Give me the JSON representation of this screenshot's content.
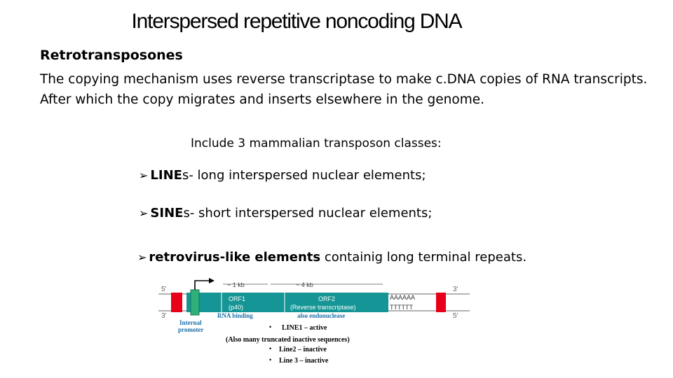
{
  "title": "Interspersed repetitive noncoding DNA",
  "subtitle": "Retrotransposones",
  "description": "The copying mechanism uses reverse transcriptase to make c.DNA copies of RNA transcripts. After which the copy migrates and inserts elsewhere in the genome.",
  "intro": "Include 3 mammalian transposon classes:",
  "bullets": [
    {
      "bold": "LINE",
      "rest": "s- long interspersed nuclear elements;"
    },
    {
      "bold": "SINE",
      "rest": "s- short interspersed nuclear elements;"
    },
    {
      "bold": "retrovirus-like elements",
      "rest": " containig long terminal repeats."
    }
  ],
  "diagram": {
    "five_prime": "5'",
    "three_prime": "3'",
    "three_prime_right": "3'",
    "five_prime_right": "5'",
    "kb1": "~ 1 kb",
    "kb4": "~ 4 kb",
    "orf1": "ORF1",
    "p40": "(p40)",
    "orf2": "ORF2",
    "rt": "(Reverse transcriptase)",
    "polya": "AAAAAA",
    "polyt": "TTTTTT",
    "internal": "Internal",
    "promoter": "promoter",
    "rna_binding": "RNA binding",
    "endonuclease": "also endonuclease",
    "list": [
      "LINE1 – active",
      "(Also many truncated inactive sequences)",
      "Line2 – inactive",
      "Line 3 – inactive"
    ]
  },
  "colors": {
    "ltr_red": "#e8001a",
    "orf_teal": "#159595",
    "promoter_green": "#2fb07a"
  }
}
